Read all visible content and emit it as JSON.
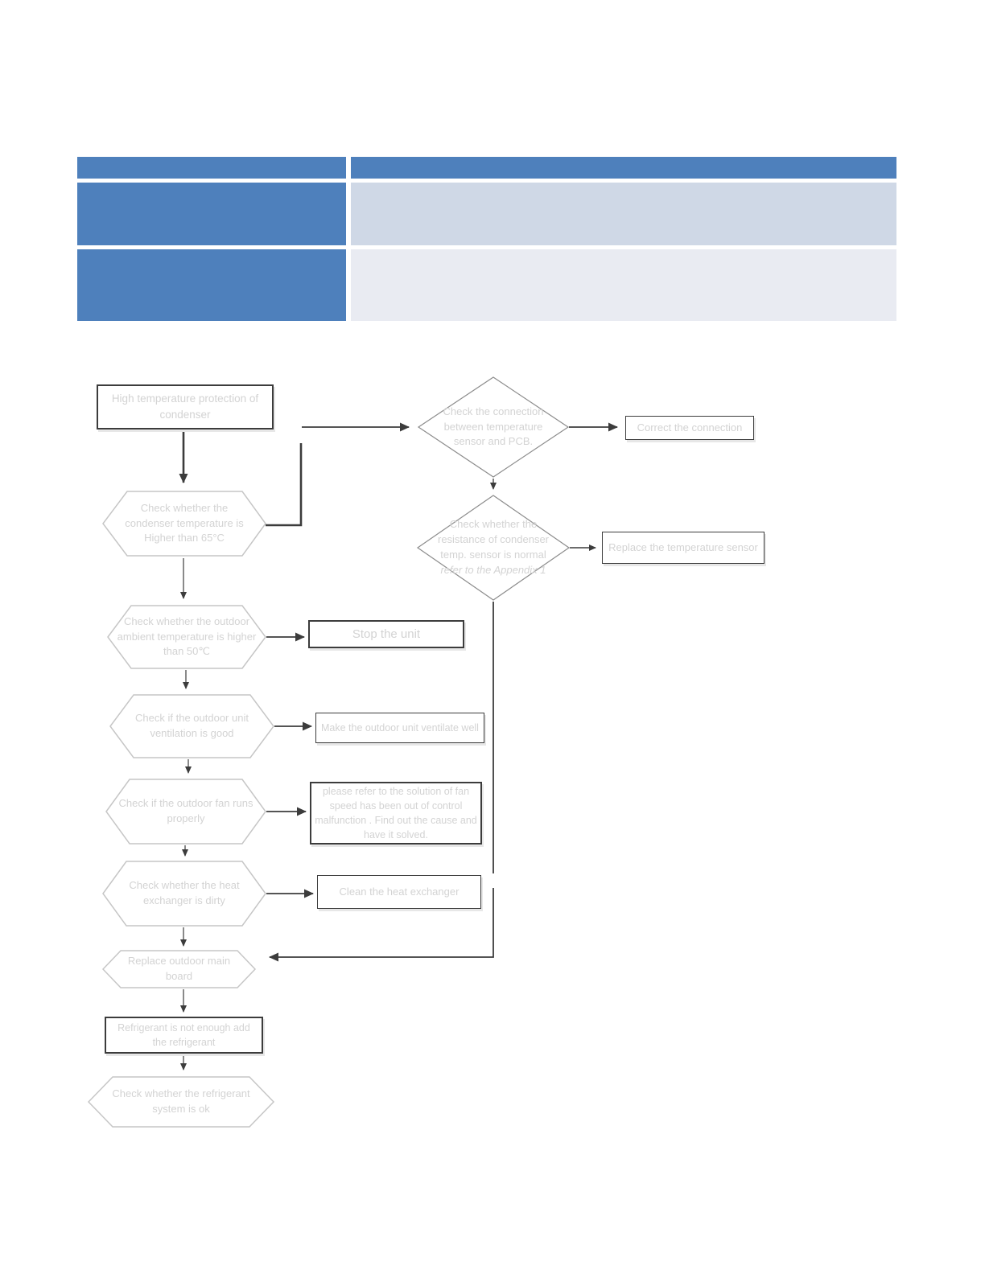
{
  "page": {
    "background": "#ffffff"
  },
  "table": {
    "columns": 2,
    "rows": 3,
    "header_fill": "#4e80bc",
    "left_column_fill": "#4e80bc",
    "row1_right_fill": "#cfd8e6",
    "row2_right_fill": "#e9ebf2",
    "visible_cell_text": ""
  },
  "flowchart": {
    "text_color": "#d3d3d3",
    "line_color": "#404040",
    "start": {
      "label": "High temperature protection of condenser"
    },
    "decision_connection": {
      "label": "Check the connection between temperature sensor and PCB."
    },
    "action_correct": {
      "label": "Correct the connection"
    },
    "hex_condenser": {
      "label": "Check whether the condenser temperature is Higher than 65°C"
    },
    "decision_resistance": {
      "label": "Check whether the resistance of condenser temp. sensor is normal",
      "label_italic": "refer to the Appendix 1"
    },
    "action_replace_sensor": {
      "label": "Replace the temperature sensor"
    },
    "hex_ambient": {
      "label": "Check whether the outdoor ambient temperature is higher than 50℃"
    },
    "action_stop": {
      "label": "Stop the unit"
    },
    "hex_ventilation": {
      "label": "Check if the outdoor unit ventilation is good"
    },
    "action_ventilate": {
      "label": "Make the outdoor unit ventilate well"
    },
    "hex_fan": {
      "label": "Check if the outdoor fan runs properly"
    },
    "action_fan_solution": {
      "label": "please refer to the solution of fan speed has been out of control malfunction . Find out the cause and have it solved."
    },
    "hex_heat_exchanger": {
      "label": "Check whether the heat exchanger is dirty"
    },
    "action_clean": {
      "label": "Clean the heat exchanger"
    },
    "hex_mainboard": {
      "label": "Replace outdoor main board"
    },
    "action_refrigerant": {
      "label": "Refrigerant is not enough add the refrigerant"
    },
    "hex_refrigerant_system": {
      "label": "Check whether the refrigerant system is ok"
    }
  }
}
